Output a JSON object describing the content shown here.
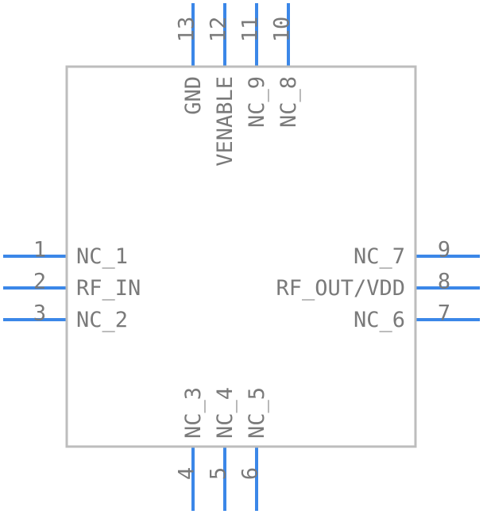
{
  "component": {
    "colors": {
      "pin": "#3b87e8",
      "outline": "#bdbdbd",
      "text": "#7a7a7a",
      "background": "#ffffff"
    },
    "pins": [
      {
        "number": "1",
        "name": "NC_1",
        "side": "left",
        "order": 0
      },
      {
        "number": "2",
        "name": "RF_IN",
        "side": "left",
        "order": 1
      },
      {
        "number": "3",
        "name": "NC_2",
        "side": "left",
        "order": 2
      },
      {
        "number": "4",
        "name": "NC_3",
        "side": "bottom",
        "order": 0
      },
      {
        "number": "5",
        "name": "NC_4",
        "side": "bottom",
        "order": 1
      },
      {
        "number": "6",
        "name": "NC_5",
        "side": "bottom",
        "order": 2
      },
      {
        "number": "7",
        "name": "NC_6",
        "side": "right",
        "order": 2
      },
      {
        "number": "8",
        "name": "RF_OUT/VDD",
        "side": "right",
        "order": 1
      },
      {
        "number": "9",
        "name": "NC_7",
        "side": "right",
        "order": 0
      },
      {
        "number": "10",
        "name": "NC_8",
        "side": "top",
        "order": 3
      },
      {
        "number": "11",
        "name": "NC_9",
        "side": "top",
        "order": 2
      },
      {
        "number": "12",
        "name": "VENABLE",
        "side": "top",
        "order": 1
      },
      {
        "number": "13",
        "name": "GND",
        "side": "top",
        "order": 0
      }
    ]
  }
}
